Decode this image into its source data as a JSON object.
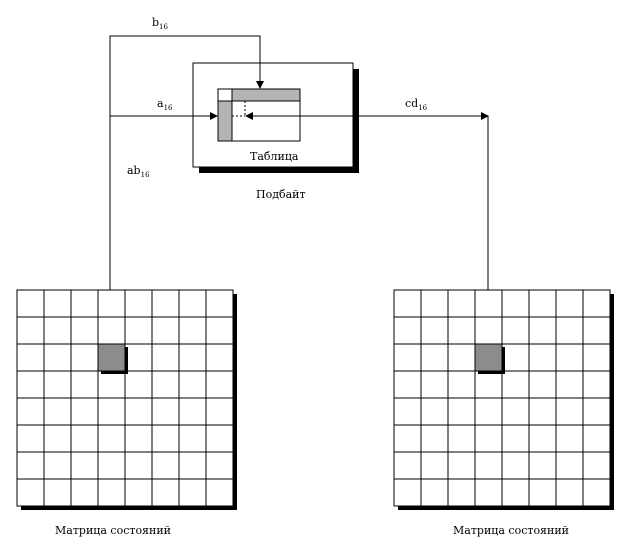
{
  "labels": {
    "b": {
      "base": "b",
      "sub": "16"
    },
    "a": {
      "base": "a",
      "sub": "16"
    },
    "ab": {
      "base": "ab",
      "sub": "16"
    },
    "cd": {
      "base": "cd",
      "sub": "16"
    }
  },
  "table_label": "Таблица",
  "subbyte_label": "Подбайт",
  "matrices": [
    {
      "caption": "Матрица состояний",
      "highlight_row": 2,
      "highlight_col": 3
    },
    {
      "caption": "Матрица состояний",
      "highlight_row": 2,
      "highlight_col": 3
    }
  ],
  "grid_size": 8,
  "colors": {
    "line": "#000000",
    "cell_highlight": "#8c8c8c",
    "table_header": "#b4b4b4",
    "shadow": "#000000"
  }
}
